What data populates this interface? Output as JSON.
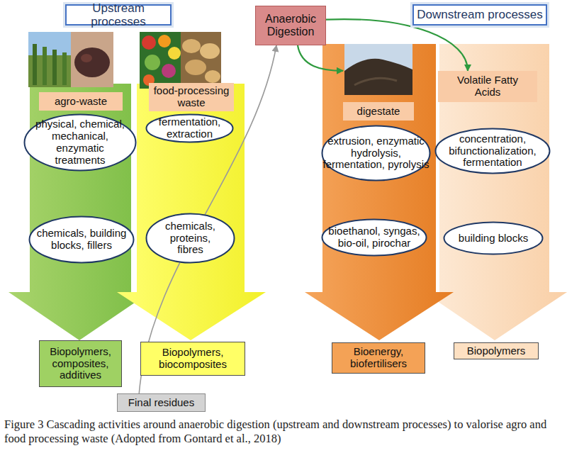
{
  "diagram": {
    "caption": "Figure 3 Cascading activities around anaerobic digestion (upstream and downstream processes) to valorise agro and food processing waste (Adopted from Gontard et al., 2018)",
    "nodes": [
      {
        "text": [
          "Upstream processes"
        ]
      },
      {
        "text": [
          "Anaerobic Digestion"
        ]
      },
      {
        "text": [
          "Downstream processes"
        ]
      },
      {
        "text": [
          "agro-waste"
        ]
      },
      {
        "text": [
          "food-processing waste"
        ]
      },
      {
        "text": [
          "Volatile Fatty Acids"
        ]
      },
      {
        "text": [
          "digestate"
        ]
      },
      {
        "text": [
          "physical, chemical, mechanical, enzymatic treatments"
        ]
      },
      {
        "text": [
          "fermentation, extraction"
        ]
      },
      {
        "text": [
          "extrusion, enzymatic hydrolysis, fermentation, pyrolysis"
        ]
      },
      {
        "text": [
          "concentration, bifunctionalization, fermentation"
        ]
      },
      {
        "text": [
          "chemicals, building blocks, fillers"
        ]
      },
      {
        "text": [
          "chemicals, proteins, fibres"
        ]
      },
      {
        "text": [
          "bioethanol, syngas, bio-oil, pirochar"
        ]
      },
      {
        "text": [
          "building blocks"
        ]
      },
      {
        "text": [
          "Biopolymers, composites, additives"
        ]
      },
      {
        "text": [
          "Biopolymers, biocomposites"
        ]
      },
      {
        "text": [
          "Bioenergy, biofertilisers"
        ]
      },
      {
        "text": [
          "Biopolymers"
        ]
      },
      {
        "text": [
          "Final residues"
        ]
      }
    ],
    "edges": [
      {
        "from": 1,
        "to": 6,
        "arrow": "to"
      },
      {
        "from": 1,
        "to": 5,
        "arrow": "to"
      },
      {
        "from": 19,
        "to": 1,
        "arrow": "to"
      }
    ]
  }
}
